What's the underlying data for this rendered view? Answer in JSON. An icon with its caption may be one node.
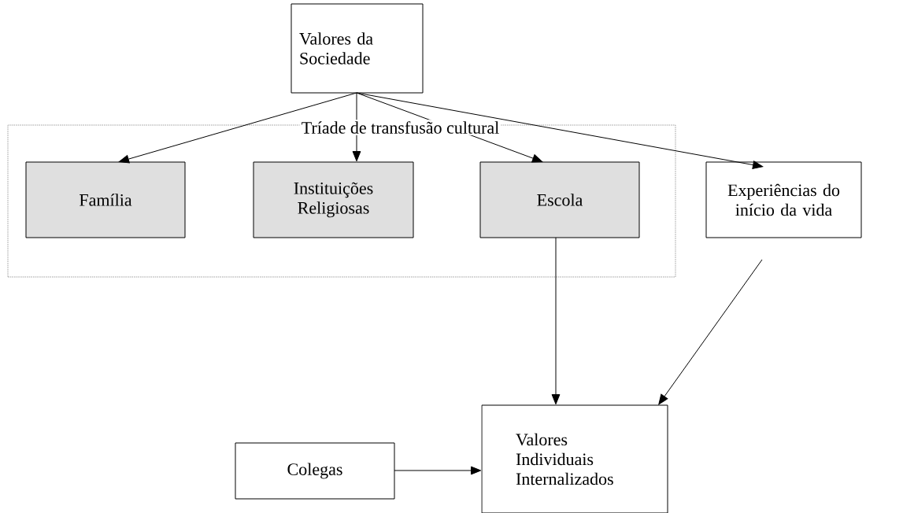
{
  "diagram": {
    "nodes": [
      {
        "text": [
          "Valores da Sociedade"
        ]
      },
      {
        "text": [
          "Tríade de transfusão cultural"
        ]
      },
      {
        "text": [
          "Família"
        ],
        "in": 1
      },
      {
        "text": [
          "Instituições Religiosas"
        ],
        "in": 1
      },
      {
        "text": [
          "Escola"
        ],
        "in": 1
      },
      {
        "text": [
          "Experiências do início da vida"
        ]
      },
      {
        "text": [
          "Colegas"
        ]
      },
      {
        "text": [
          "Valores Individuais Internalizados"
        ]
      }
    ],
    "edges": [
      {
        "from": 0,
        "to": 2,
        "arrow": "to"
      },
      {
        "from": 0,
        "to": 3,
        "arrow": "to"
      },
      {
        "from": 0,
        "to": 4,
        "arrow": "to"
      },
      {
        "from": 0,
        "to": 5,
        "arrow": "to"
      },
      {
        "from": 4,
        "to": 7,
        "arrow": "to"
      },
      {
        "from": 5,
        "to": 7,
        "arrow": "to"
      },
      {
        "from": 6,
        "to": 7,
        "arrow": "to"
      }
    ]
  }
}
